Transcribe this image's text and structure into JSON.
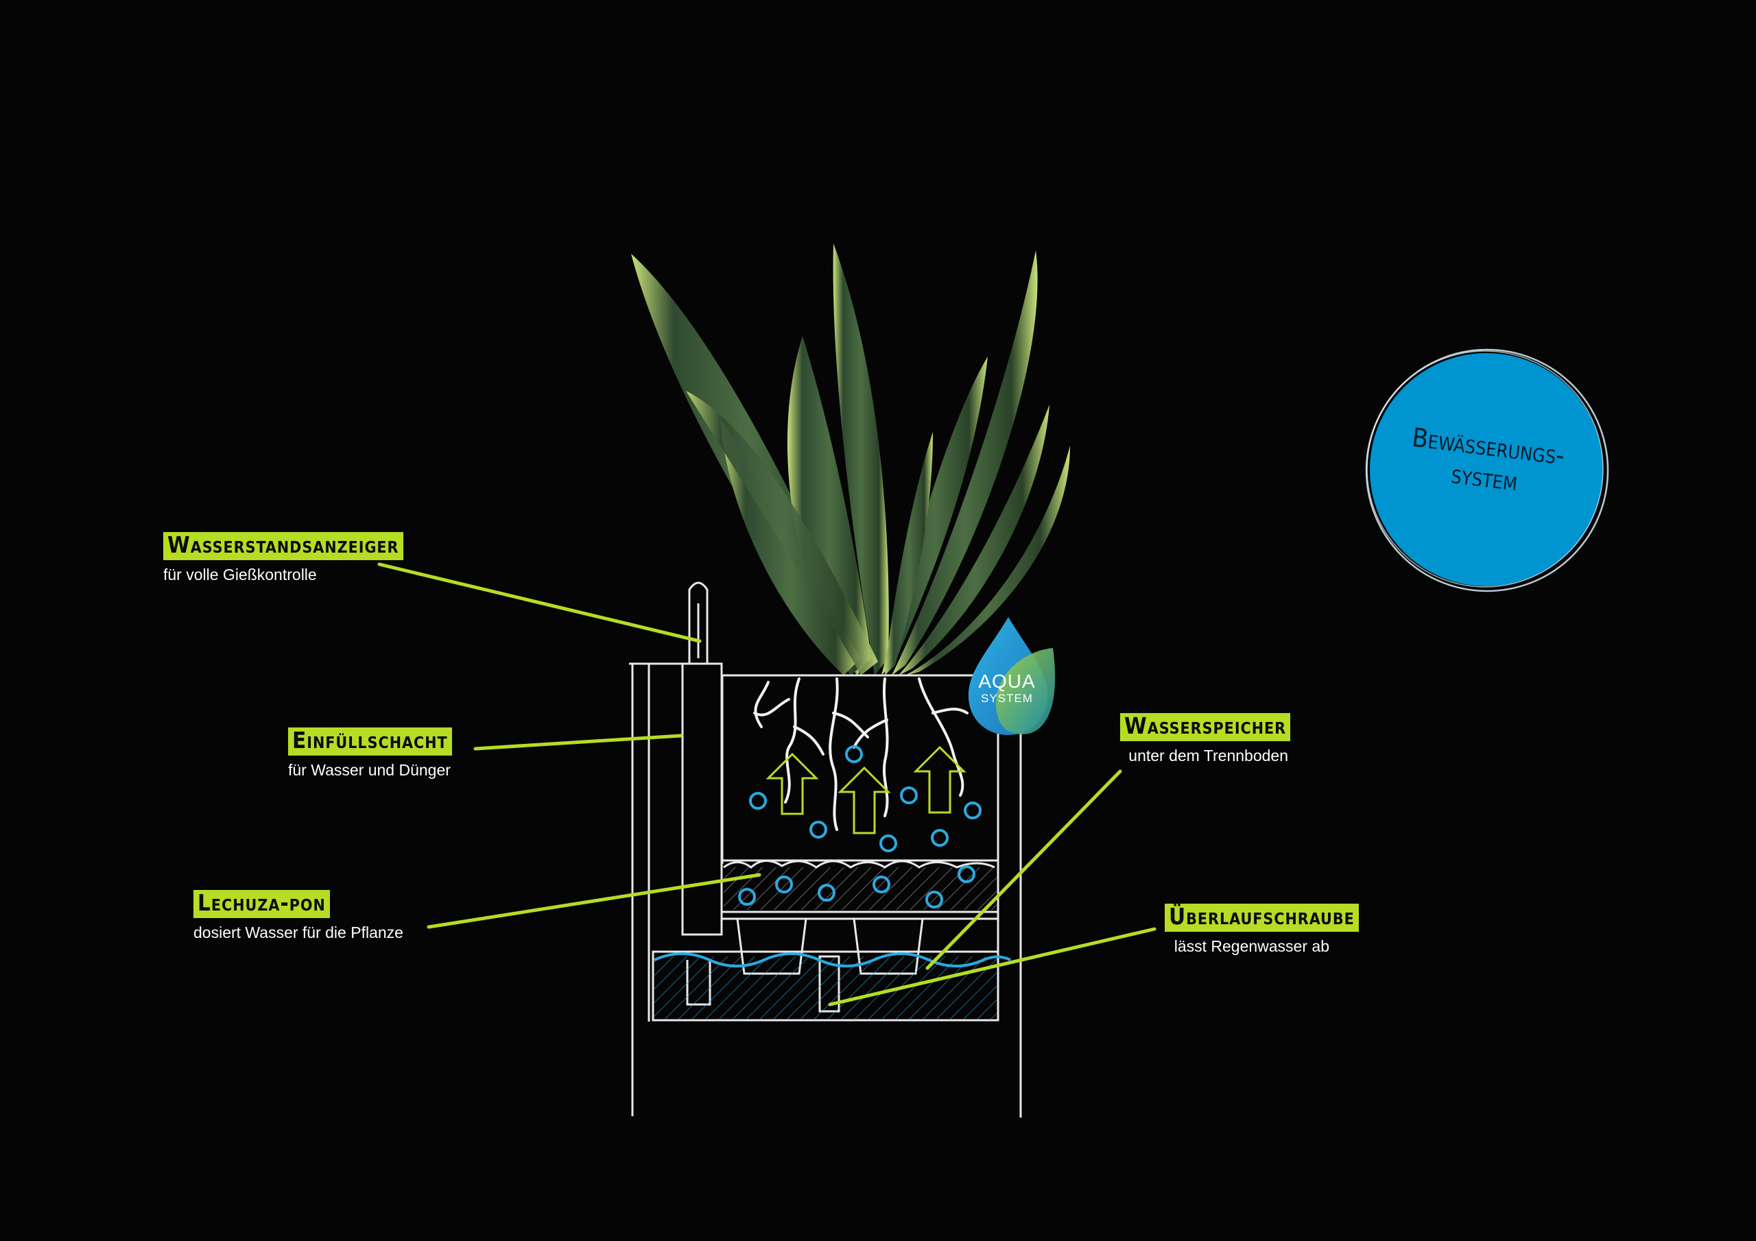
{
  "badge": {
    "line1": "Bewässerungs-",
    "line2": "system",
    "color": "#0095d0"
  },
  "logo": {
    "line1": "AQUA",
    "line2": "SYSTEM"
  },
  "callouts": [
    {
      "id": "wasserstandsanzeiger",
      "title": "Wasserstandsanzeiger",
      "desc": "für volle Gießkontrolle"
    },
    {
      "id": "einfuellschacht",
      "title": "Einfüllschacht",
      "desc": "für Wasser und Dünger"
    },
    {
      "id": "lechuza-pon",
      "title": "Lechuza-pon",
      "desc": "dosiert Wasser für die Pflanze"
    },
    {
      "id": "wasserspeicher",
      "title": "Wasserspeicher",
      "desc": "unter dem Trennboden"
    },
    {
      "id": "ueberlaufschraube",
      "title": "Überlaufschraube",
      "desc": "lässt Regenwasser ab"
    }
  ],
  "colors": {
    "accent": "#b6dc24",
    "water": "#2aa9e0",
    "background": "#050505"
  }
}
